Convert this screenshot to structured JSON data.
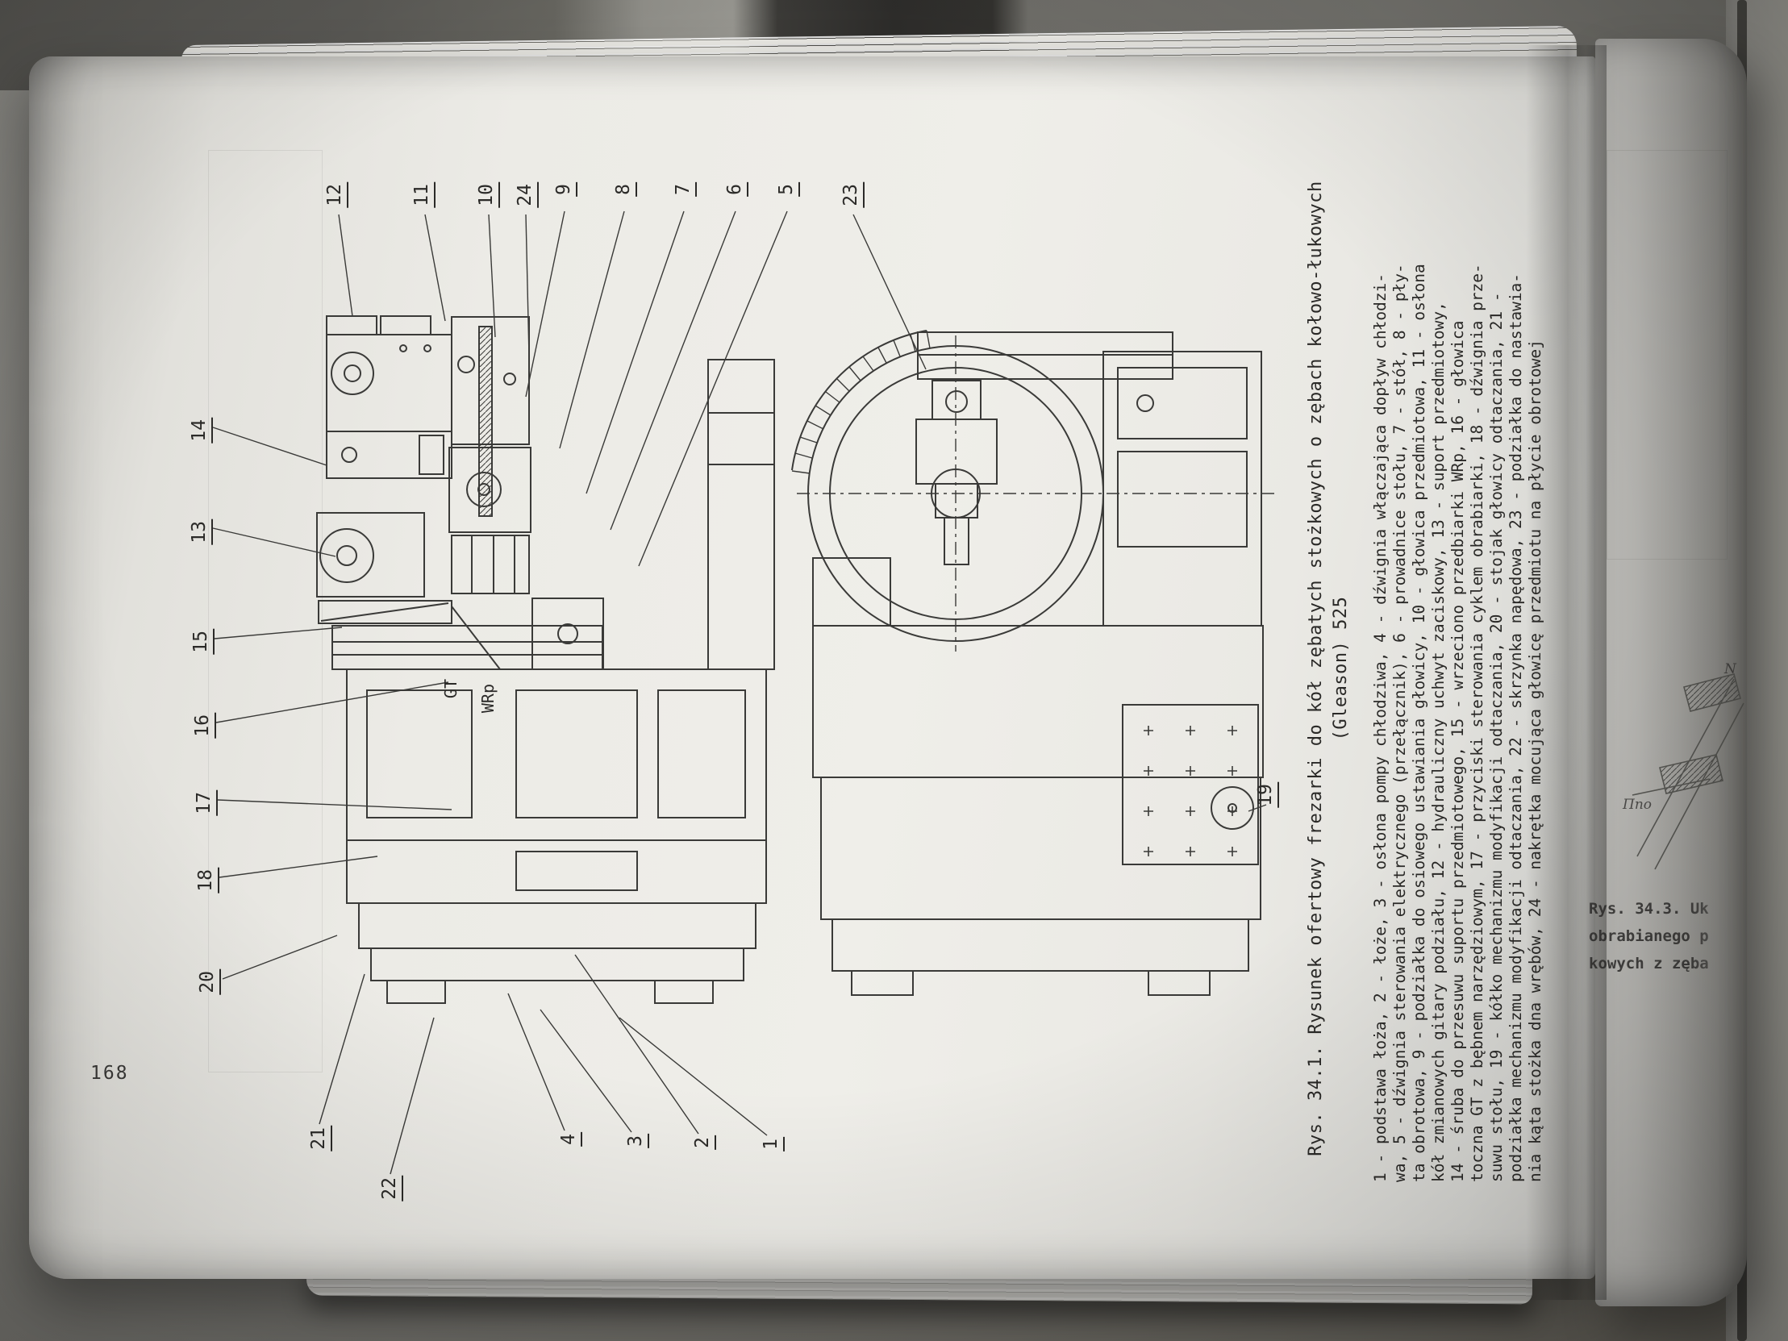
{
  "colors": {
    "ink": "#3a3a38",
    "paper": "#edece8"
  },
  "book": {
    "left_page": {
      "page_number": "168",
      "figure": {
        "caption_line1": "Rys. 34.1. Rysunek ofertowy frezarki do kół zębatych stożkowych o zębach kołowo-łukowych",
        "caption_line2": "(Gleason) 525",
        "machine_labels": {
          "gt": "GT",
          "wrp": "WRp"
        },
        "callouts": {
          "top_row": [
            "12",
            "11",
            "10",
            "24",
            "9",
            "8",
            "7",
            "6",
            "5",
            "23"
          ],
          "left_col": [
            "14",
            "13",
            "15",
            "16",
            "17",
            "18",
            "20"
          ],
          "bottom_row": [
            "21",
            "22",
            "4",
            "3",
            "2",
            "1"
          ],
          "front_view": [
            "19"
          ]
        },
        "legend_lines": [
          "1 - podstawa łoża, 2 - łoże, 3 - osłona pompy chłodziwa, 4 - dźwignia włączająca dopływ chłodzi-",
          "wa, 5 - dźwignia sterowania elektrycznego (przełącznik), 6 - prowadnice stołu, 7 - stół, 8 - pły-",
          "ta obrotowa, 9 - podziałka do osiowego ustawiania głowicy, 10 - głowica przedmiotowa, 11 - osłona",
          "kół zmianowych gitary podziału, 12 - hydrauliczny uchwyt zaciskowy, 13 - suport przedmiotowy,",
          "14 - śruba do przesuwu suportu przedmiotowego, 15 - wrzeciono przedbiarki WRp, 16 - głowica",
          "toczna GT z bębnem narzędziowym, 17 - przyciski sterowania cyklem obrabiarki, 18 - dźwignia prze-",
          "suwu stołu, 19 - kółko mechanizmu modyfikacji odtaczania, 20 - stojak głowicy odtaczania, 21 -",
          "podziałka mechanizmu modyfikacji odtaczania, 22 - skrzynka napędowa, 23 - podziałka do nastawia-",
          "nia kąta stożka dna wrębów, 24 - nakrętka mocująca głowicę przedmiotu na płycie obrotowej"
        ]
      }
    },
    "right_page": {
      "caption_fragments": [
        "Rys. 34.3. Uk",
        "obrabianego p",
        "kowych z zęba"
      ],
      "diagram_labels": [
        "Ппо",
        "N"
      ]
    }
  }
}
